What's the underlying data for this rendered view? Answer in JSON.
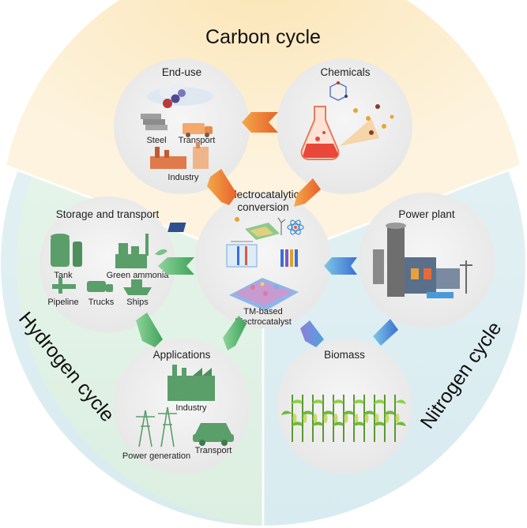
{
  "cycles": {
    "carbon": "Carbon cycle",
    "hydrogen": "Hydrogen cycle",
    "nitrogen": "Nitrogen cycle"
  },
  "nodes": {
    "end_use": {
      "title": "End-use",
      "labels": {
        "steel": "Steel",
        "transport": "Transport",
        "industry": "Industry"
      }
    },
    "chemicals": {
      "title": "Chemicals"
    },
    "center": {
      "title_line1": "Electrocatalytic",
      "title_line2": "conversion",
      "caption_line1": "TM-based",
      "caption_line2": "Electrocatalyst"
    },
    "storage": {
      "title": "Storage and transport",
      "labels": {
        "tank": "Tank",
        "green_ammonia": "Green ammonia",
        "pipeline": "Pipeline",
        "trucks": "Trucks",
        "ships": "Ships"
      }
    },
    "power_plant": {
      "title": "Power plant"
    },
    "applications": {
      "title": "Applications",
      "labels": {
        "industry": "Industry",
        "power_generation": "Power generation",
        "transport": "Transport"
      }
    },
    "biomass": {
      "title": "Biomass"
    }
  },
  "colors": {
    "carbon_sector": "#fdf0d4",
    "hydrogen_sector": "#e5f3e8",
    "nitrogen_sector": "#e2f0f3",
    "node_fill": "#eeeeee",
    "arrow_orange": "#ee7a2e",
    "arrow_green": "#5cba72",
    "arrow_blue": "#4a86d8",
    "icon_green": "#4f9a5e"
  }
}
